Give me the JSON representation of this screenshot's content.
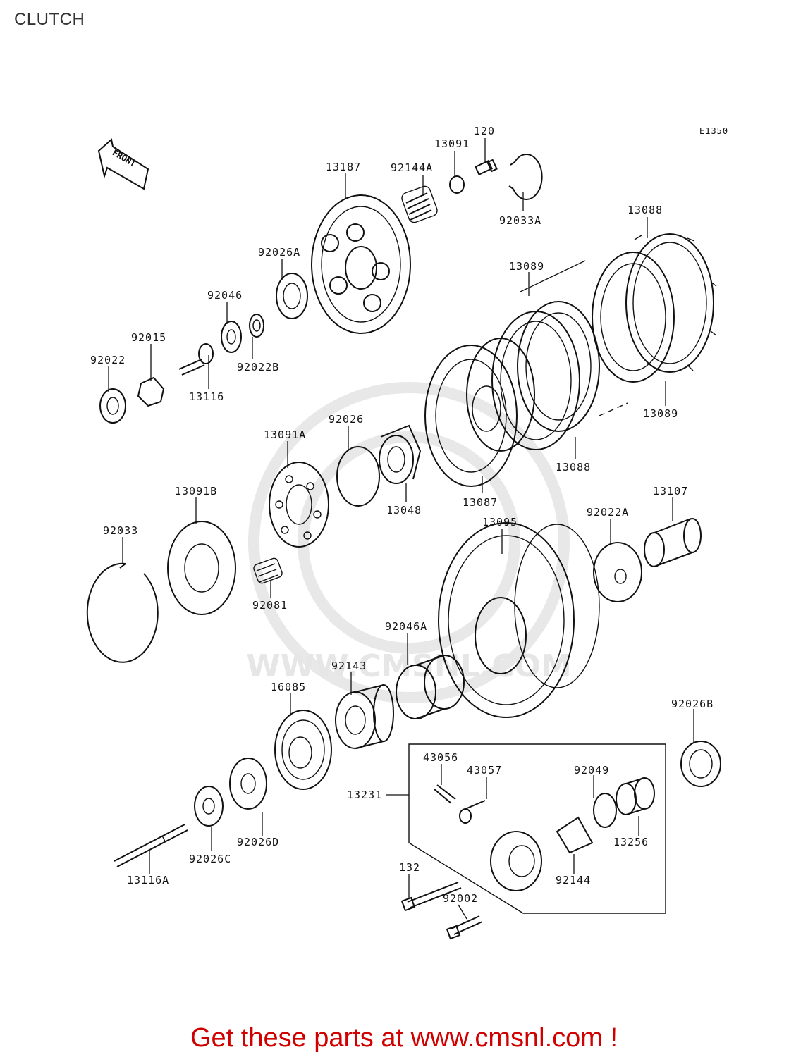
{
  "page": {
    "title": "CLUTCH"
  },
  "diagram": {
    "ref_code": "E1350",
    "front_arrow_label": "FRONT",
    "watermark_text": "WWW.CMSNL.COM",
    "parts": [
      {
        "label": "120"
      },
      {
        "label": "13091"
      },
      {
        "label": "92144A"
      },
      {
        "label": "13187"
      },
      {
        "label": "92033A"
      },
      {
        "label": "13088"
      },
      {
        "label": "92026A"
      },
      {
        "label": "13089"
      },
      {
        "label": "92046"
      },
      {
        "label": "92015"
      },
      {
        "label": "92022"
      },
      {
        "label": "92022B"
      },
      {
        "label": "13116"
      },
      {
        "label": "13089"
      },
      {
        "label": "92026"
      },
      {
        "label": "13091A"
      },
      {
        "label": "13088"
      },
      {
        "label": "13048"
      },
      {
        "label": "13087"
      },
      {
        "label": "13091B"
      },
      {
        "label": "13107"
      },
      {
        "label": "92022A"
      },
      {
        "label": "13095"
      },
      {
        "label": "92033"
      },
      {
        "label": "92081"
      },
      {
        "label": "92046A"
      },
      {
        "label": "92143"
      },
      {
        "label": "16085"
      },
      {
        "label": "92026B"
      },
      {
        "label": "43056"
      },
      {
        "label": "43057"
      },
      {
        "label": "92049"
      },
      {
        "label": "13231"
      },
      {
        "label": "13256"
      },
      {
        "label": "92026D"
      },
      {
        "label": "92026C"
      },
      {
        "label": "132"
      },
      {
        "label": "92144"
      },
      {
        "label": "92002"
      },
      {
        "label": "13116A"
      }
    ]
  },
  "footer": {
    "cta_text": "Get these parts at www.cmsnl.com !"
  },
  "colors": {
    "cta": "#d00000",
    "line": "#111111",
    "watermark": "#e6e6e6"
  }
}
